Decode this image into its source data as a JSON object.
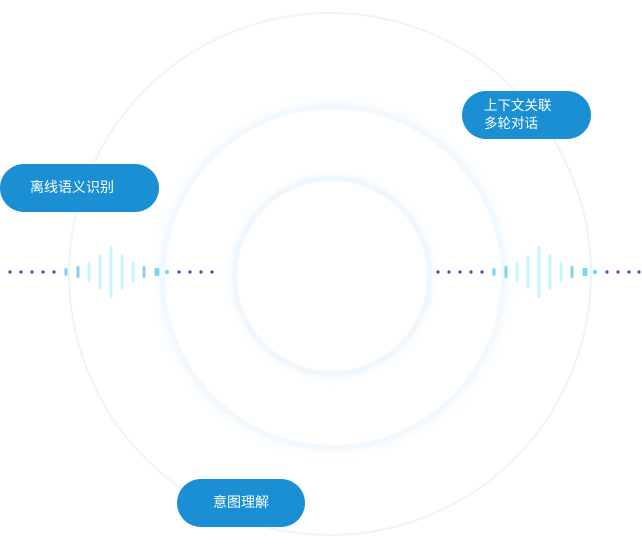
{
  "labels": {
    "offline_semantic": "离线语义识别",
    "context_line1": "上下文关联",
    "context_line2": "多轮对话",
    "intent": "意图理解"
  },
  "colors": {
    "pill": "#1a8fd3",
    "dot": "#4a3fc8",
    "bar_light": "#c9f3fb",
    "bar_mid": "#7fd3ef",
    "ring": "#dcecfa"
  }
}
